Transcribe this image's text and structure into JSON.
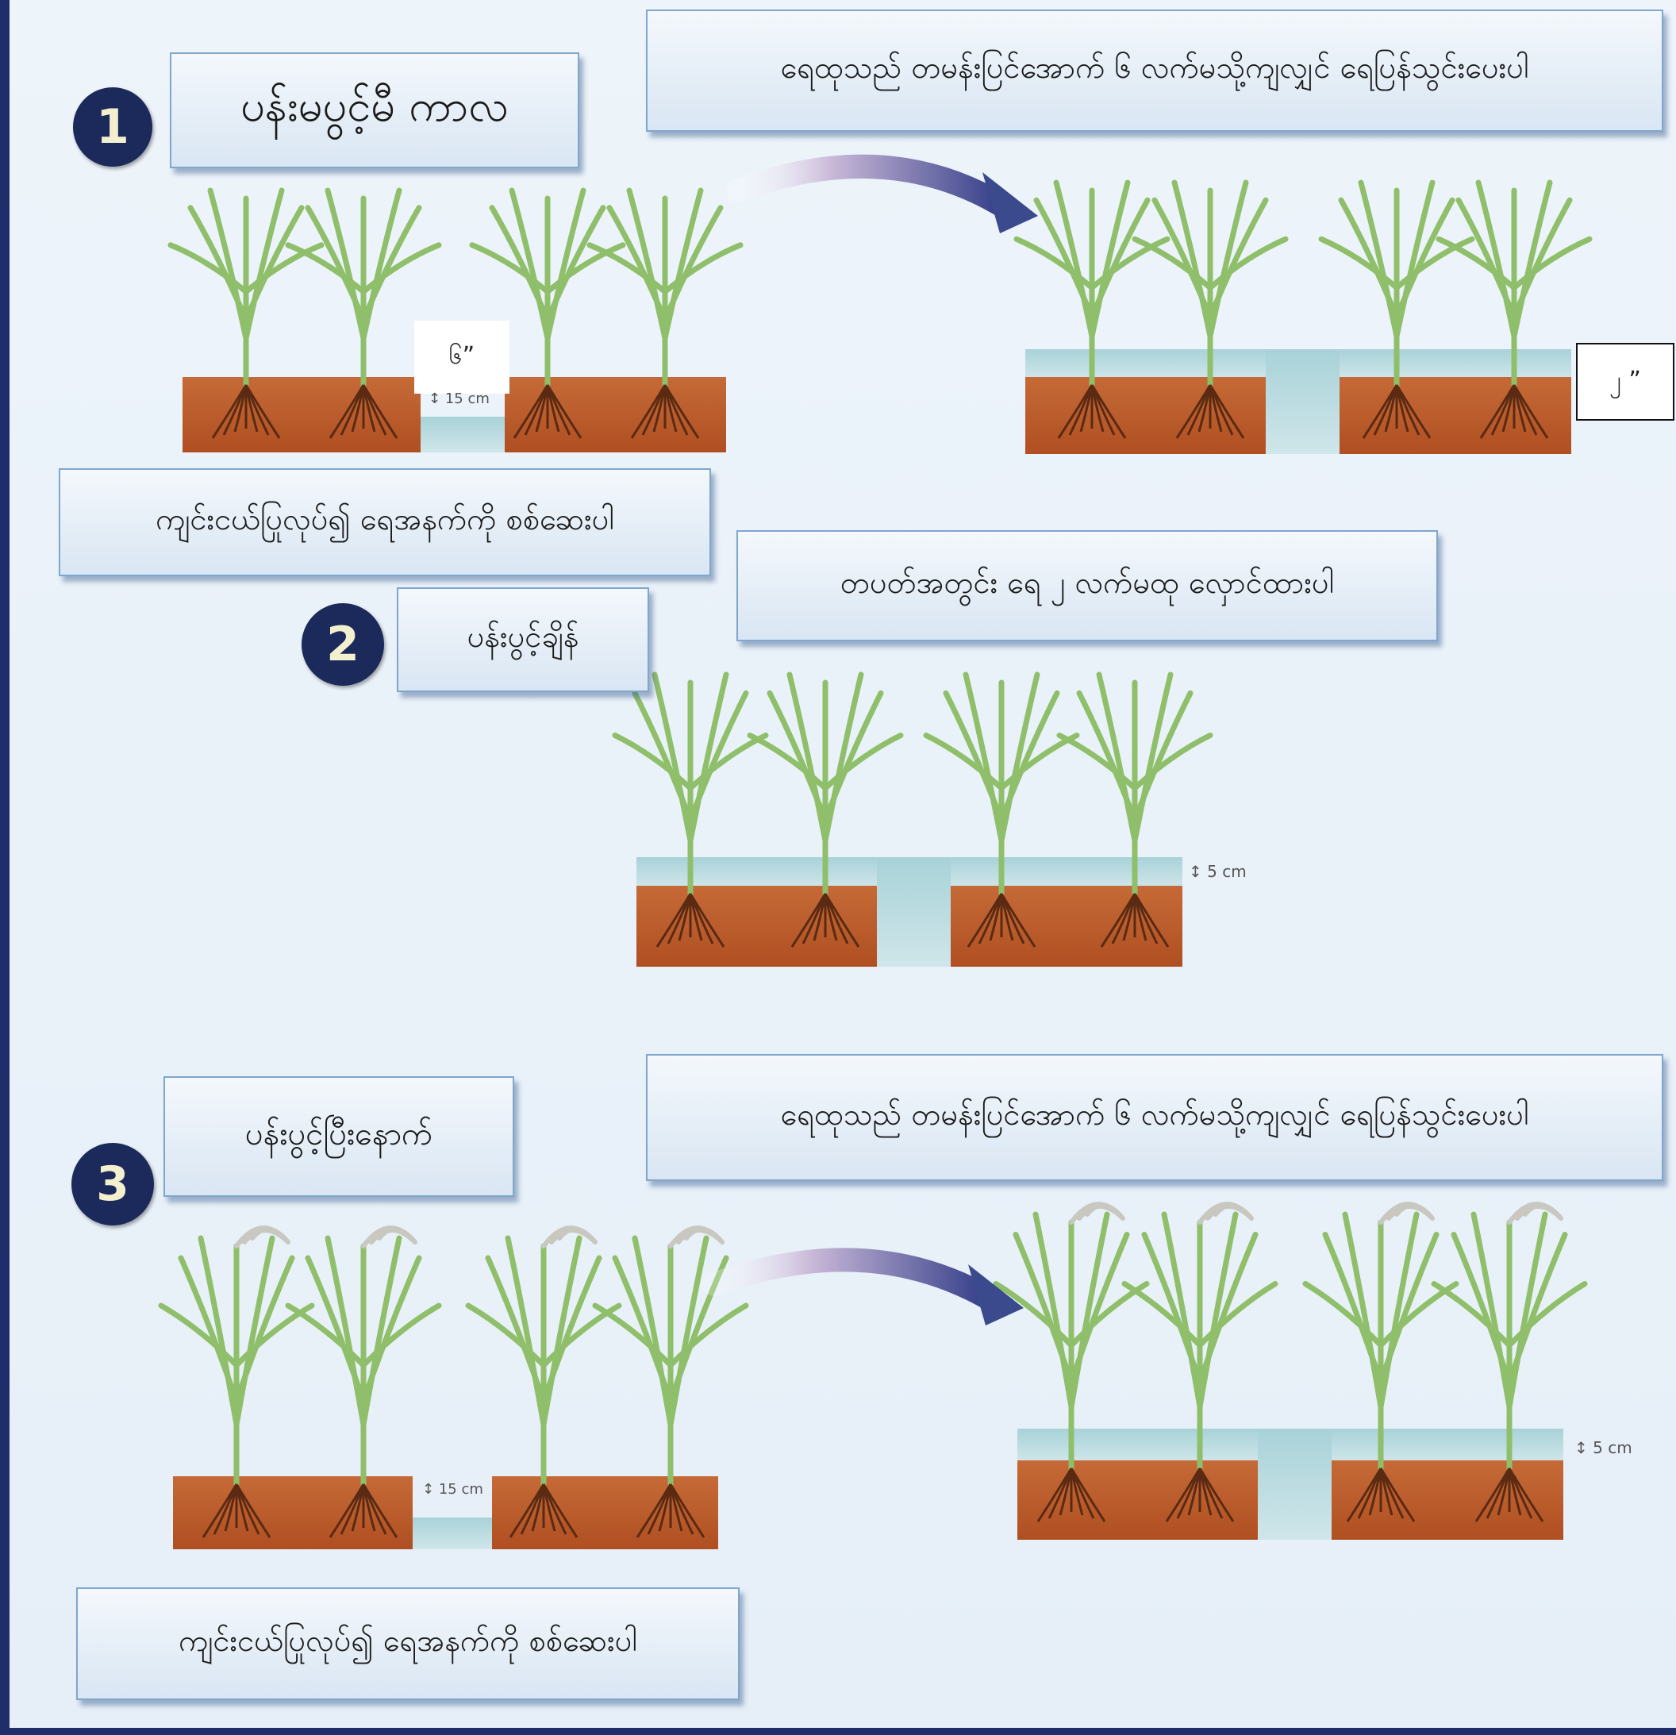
{
  "stage1": {
    "number": "1",
    "title": "ပန်းမပွင့်မီ ကာလ",
    "instruction_right": "ရေထုသည် တမန်းပြင်အောက် ၆ လက်မသို့ကျလျှင် ရေပြန်သွင်းပေးပါ",
    "instruction_below": "ကျင်းငယ်ပြုလုပ်၍ ရေအနက်ကို စစ်ဆေးပါ",
    "depth_tag": "၆”",
    "depth_measure": "15 cm",
    "water_tag": "၂ ”"
  },
  "stage2": {
    "number": "2",
    "title": "ပန်းပွင့်ချိန်",
    "instruction": "တပတ်အတွင်း ရေ ၂ လက်မထု လှောင်ထားပါ",
    "water_measure": "5 cm"
  },
  "stage3": {
    "number": "3",
    "title": "ပန်းပွင့်ပြီးနောက်",
    "instruction_right": "ရေထုသည် တမန်းပြင်အောက် ၆ လက်မသို့ကျလျှင် ရေပြန်သွင်းပေးပါ",
    "instruction_below": "ကျင်းငယ်ပြုလုပ်၍ ရေအနက်ကို စစ်ဆေးပါ",
    "depth_measure": "15 cm",
    "water_measure": "5 cm"
  },
  "colors": {
    "soil": "#b8582a",
    "water": "#a9d1d8",
    "plant": "#8fbf6a",
    "badge": "#1b2a5a",
    "arrow": "#3a4a8c"
  }
}
